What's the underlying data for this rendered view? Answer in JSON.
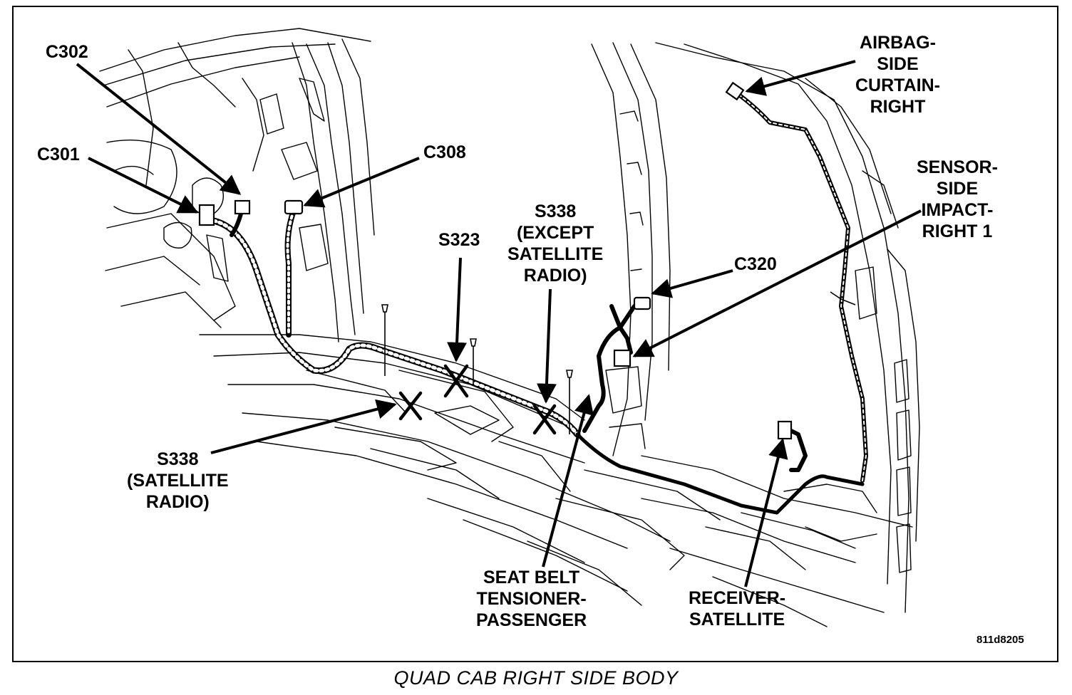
{
  "caption": "QUAD CAB RIGHT SIDE BODY",
  "reference_code": "811d8205",
  "callouts": {
    "c302": "C302",
    "c301": "C301",
    "c308": "C308",
    "s323": "S323",
    "s338_except": "S338\n(EXCEPT\nSATELLITE\nRADIO)",
    "s338_sat": "S338\n(SATELLITE\nRADIO)",
    "airbag": "AIRBAG-\nSIDE\nCURTAIN-\nRIGHT",
    "sensor": "SENSOR-\nSIDE\nIMPACT-\nRIGHT 1",
    "c320": "C320",
    "seat_belt": "SEAT BELT\nTENSIONER-\nPASSENGER",
    "receiver": "RECEIVER-\nSATELLITE"
  }
}
